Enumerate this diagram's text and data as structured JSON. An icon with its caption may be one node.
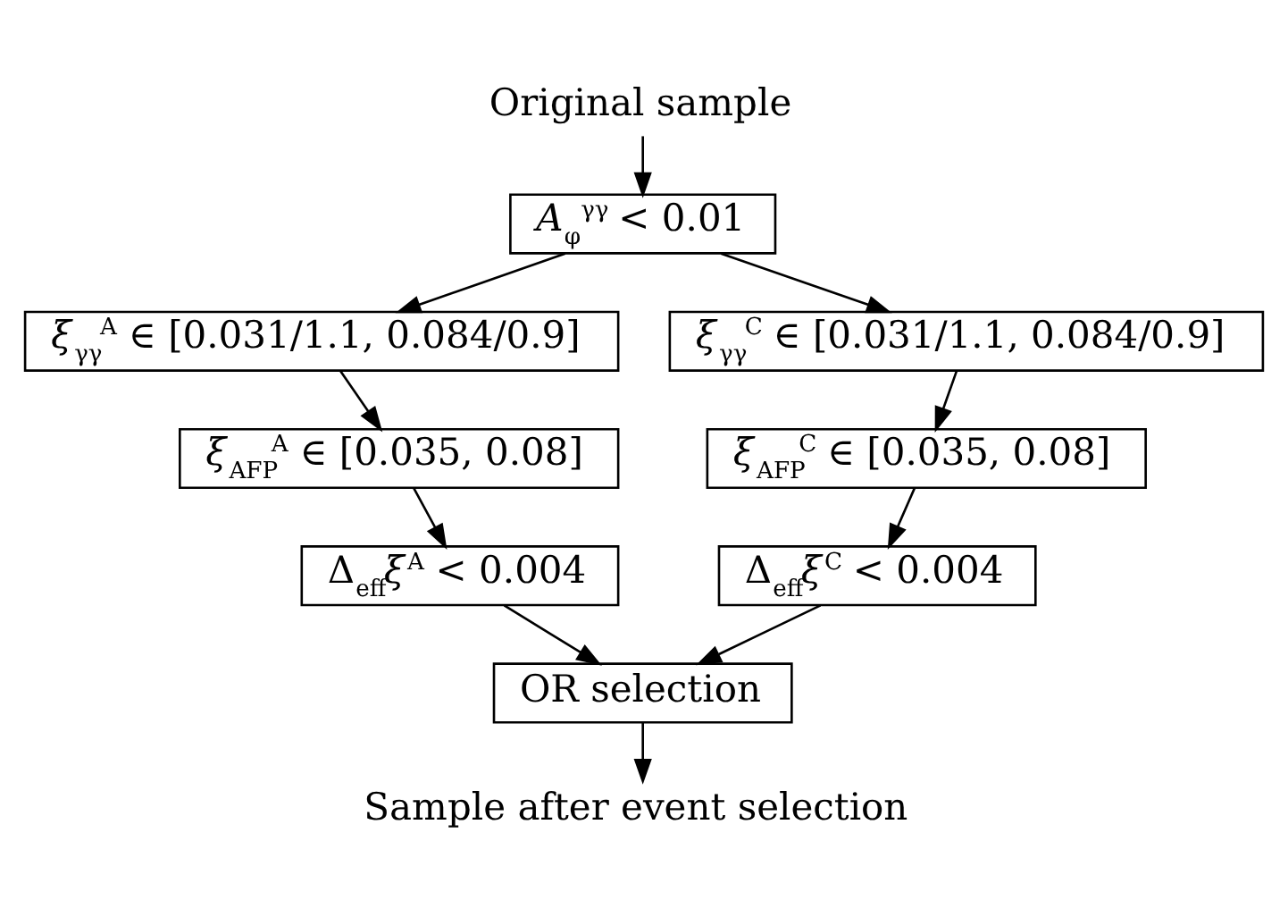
{
  "diagram": {
    "nodes": [
      {
        "text": [
          "Original sample"
        ]
      },
      {
        "text": [
          "*A*$_{φ}$$^{γγ}$ < 0.01"
        ]
      },
      {
        "text": [
          "*ξ*$_{γγ}$$^{A}$ ∈ [0.031/1.1, 0.084/0.9]"
        ]
      },
      {
        "text": [
          "*ξ*$_{γγ}$$^{C}$ ∈ [0.031/1.1, 0.084/0.9]"
        ]
      },
      {
        "text": [
          "*ξ*$_{AFP}$$^{A}$ ∈ [0.035, 0.08]"
        ]
      },
      {
        "text": [
          "*ξ*$_{AFP}$$^{C}$ ∈ [0.035, 0.08]"
        ]
      },
      {
        "text": [
          "Δ$_{eff}$*ξ*$^{A}$ < 0.004"
        ]
      },
      {
        "text": [
          "Δ$_{eff}$*ξ*$^{C}$ < 0.004"
        ]
      },
      {
        "text": [
          "OR selection"
        ]
      },
      {
        "text": [
          "Sample after event selection"
        ]
      }
    ],
    "edges": [
      {
        "from": 0,
        "to": 1,
        "arrow": "to"
      },
      {
        "from": 1,
        "to": 2,
        "arrow": "to"
      },
      {
        "from": 1,
        "to": 3,
        "arrow": "to"
      },
      {
        "from": 2,
        "to": 4,
        "arrow": "to"
      },
      {
        "from": 3,
        "to": 5,
        "arrow": "to"
      },
      {
        "from": 4,
        "to": 6,
        "arrow": "to"
      },
      {
        "from": 5,
        "to": 7,
        "arrow": "to"
      },
      {
        "from": 6,
        "to": 8,
        "arrow": "to"
      },
      {
        "from": 7,
        "to": 8,
        "arrow": "to"
      },
      {
        "from": 8,
        "to": 9,
        "arrow": "to"
      }
    ]
  }
}
